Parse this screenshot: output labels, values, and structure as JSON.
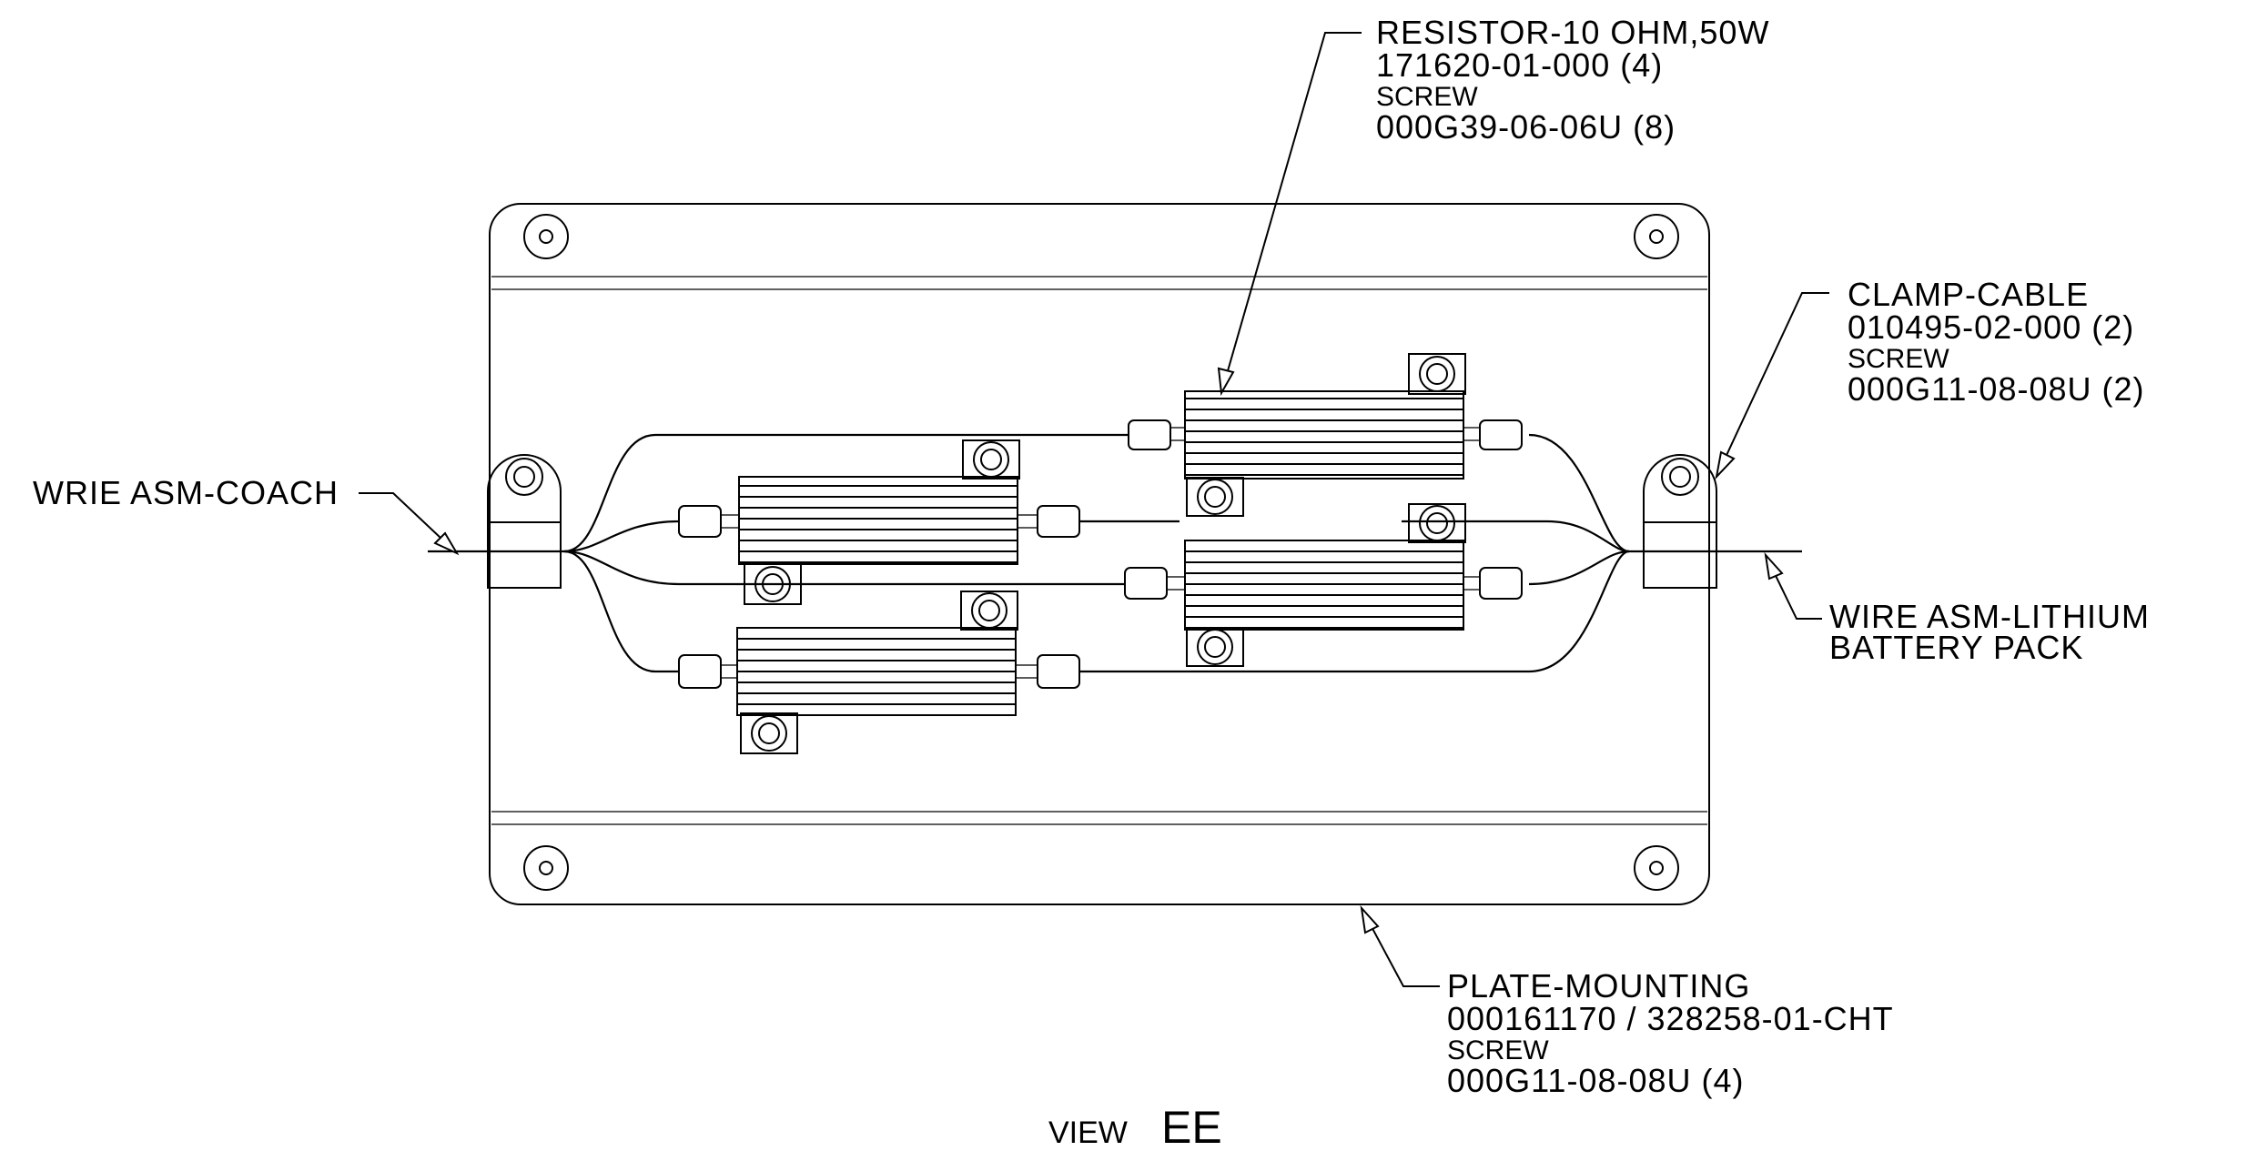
{
  "callouts": {
    "resistor": {
      "line1": "RESISTOR-10 OHM,50W",
      "line2": "171620-01-000 (4)",
      "line3": "SCREW",
      "line4": "000G39-06-06U (8)"
    },
    "clamp": {
      "line1": "CLAMP-CABLE",
      "line2": "010495-02-000 (2)",
      "line3": "SCREW",
      "line4": "000G11-08-08U (2)"
    },
    "wire_coach": {
      "line1": "WRIE ASM-COACH"
    },
    "wire_lithium": {
      "line1": "WIRE ASM-LITHIUM",
      "line2": "BATTERY PACK"
    },
    "plate": {
      "line1": "PLATE-MOUNTING",
      "line2": "000161170 / 328258-01-CHT",
      "line3": "SCREW",
      "line4": "000G11-08-08U (4)"
    }
  },
  "view": {
    "prefix": "VIEW",
    "letter": "EE"
  }
}
